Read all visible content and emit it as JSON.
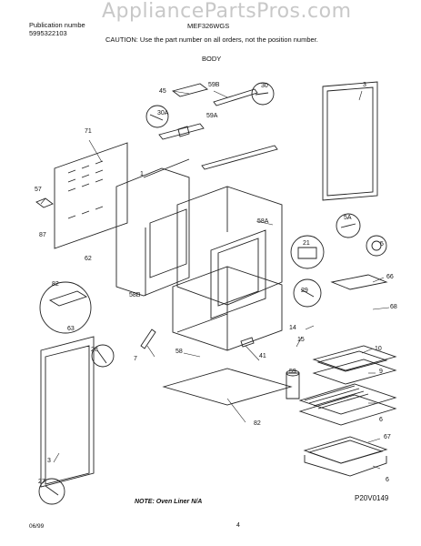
{
  "watermark": "AppliancePartsPros.com",
  "header": {
    "pub_label": "Publication numbe",
    "pub_number": "5995322103",
    "model": "MEF326WGS",
    "caution": "CAUTION:  Use the part number on all orders, not the position number."
  },
  "section_title": "BODY",
  "callouts": {
    "c45": "45",
    "c59b": "59B",
    "c30": "30",
    "c30a": "30A",
    "c59a": "59A",
    "c3": "3",
    "c71": "71",
    "c1": "1",
    "c57": "57",
    "c87": "87",
    "c62": "62",
    "c58a": "58A",
    "c21": "21",
    "c5a": "5A",
    "c5": "5",
    "c66": "66",
    "c58b": "58B",
    "c82a": "82",
    "c29": "29",
    "c68": "68",
    "c14": "14",
    "c15": "15",
    "c63": "63",
    "c28": "28",
    "c7": "7",
    "c58": "58",
    "c41": "41",
    "c59": "59",
    "c10": "10",
    "c9": "9",
    "c6a": "6",
    "c82b": "82",
    "c67": "67",
    "c6b": "6",
    "c3b": "3",
    "c27": "27"
  },
  "note": "NOTE:  Oven Liner N/A",
  "drawing_code": "P20V0149",
  "date": "06/99",
  "page_number": "4"
}
